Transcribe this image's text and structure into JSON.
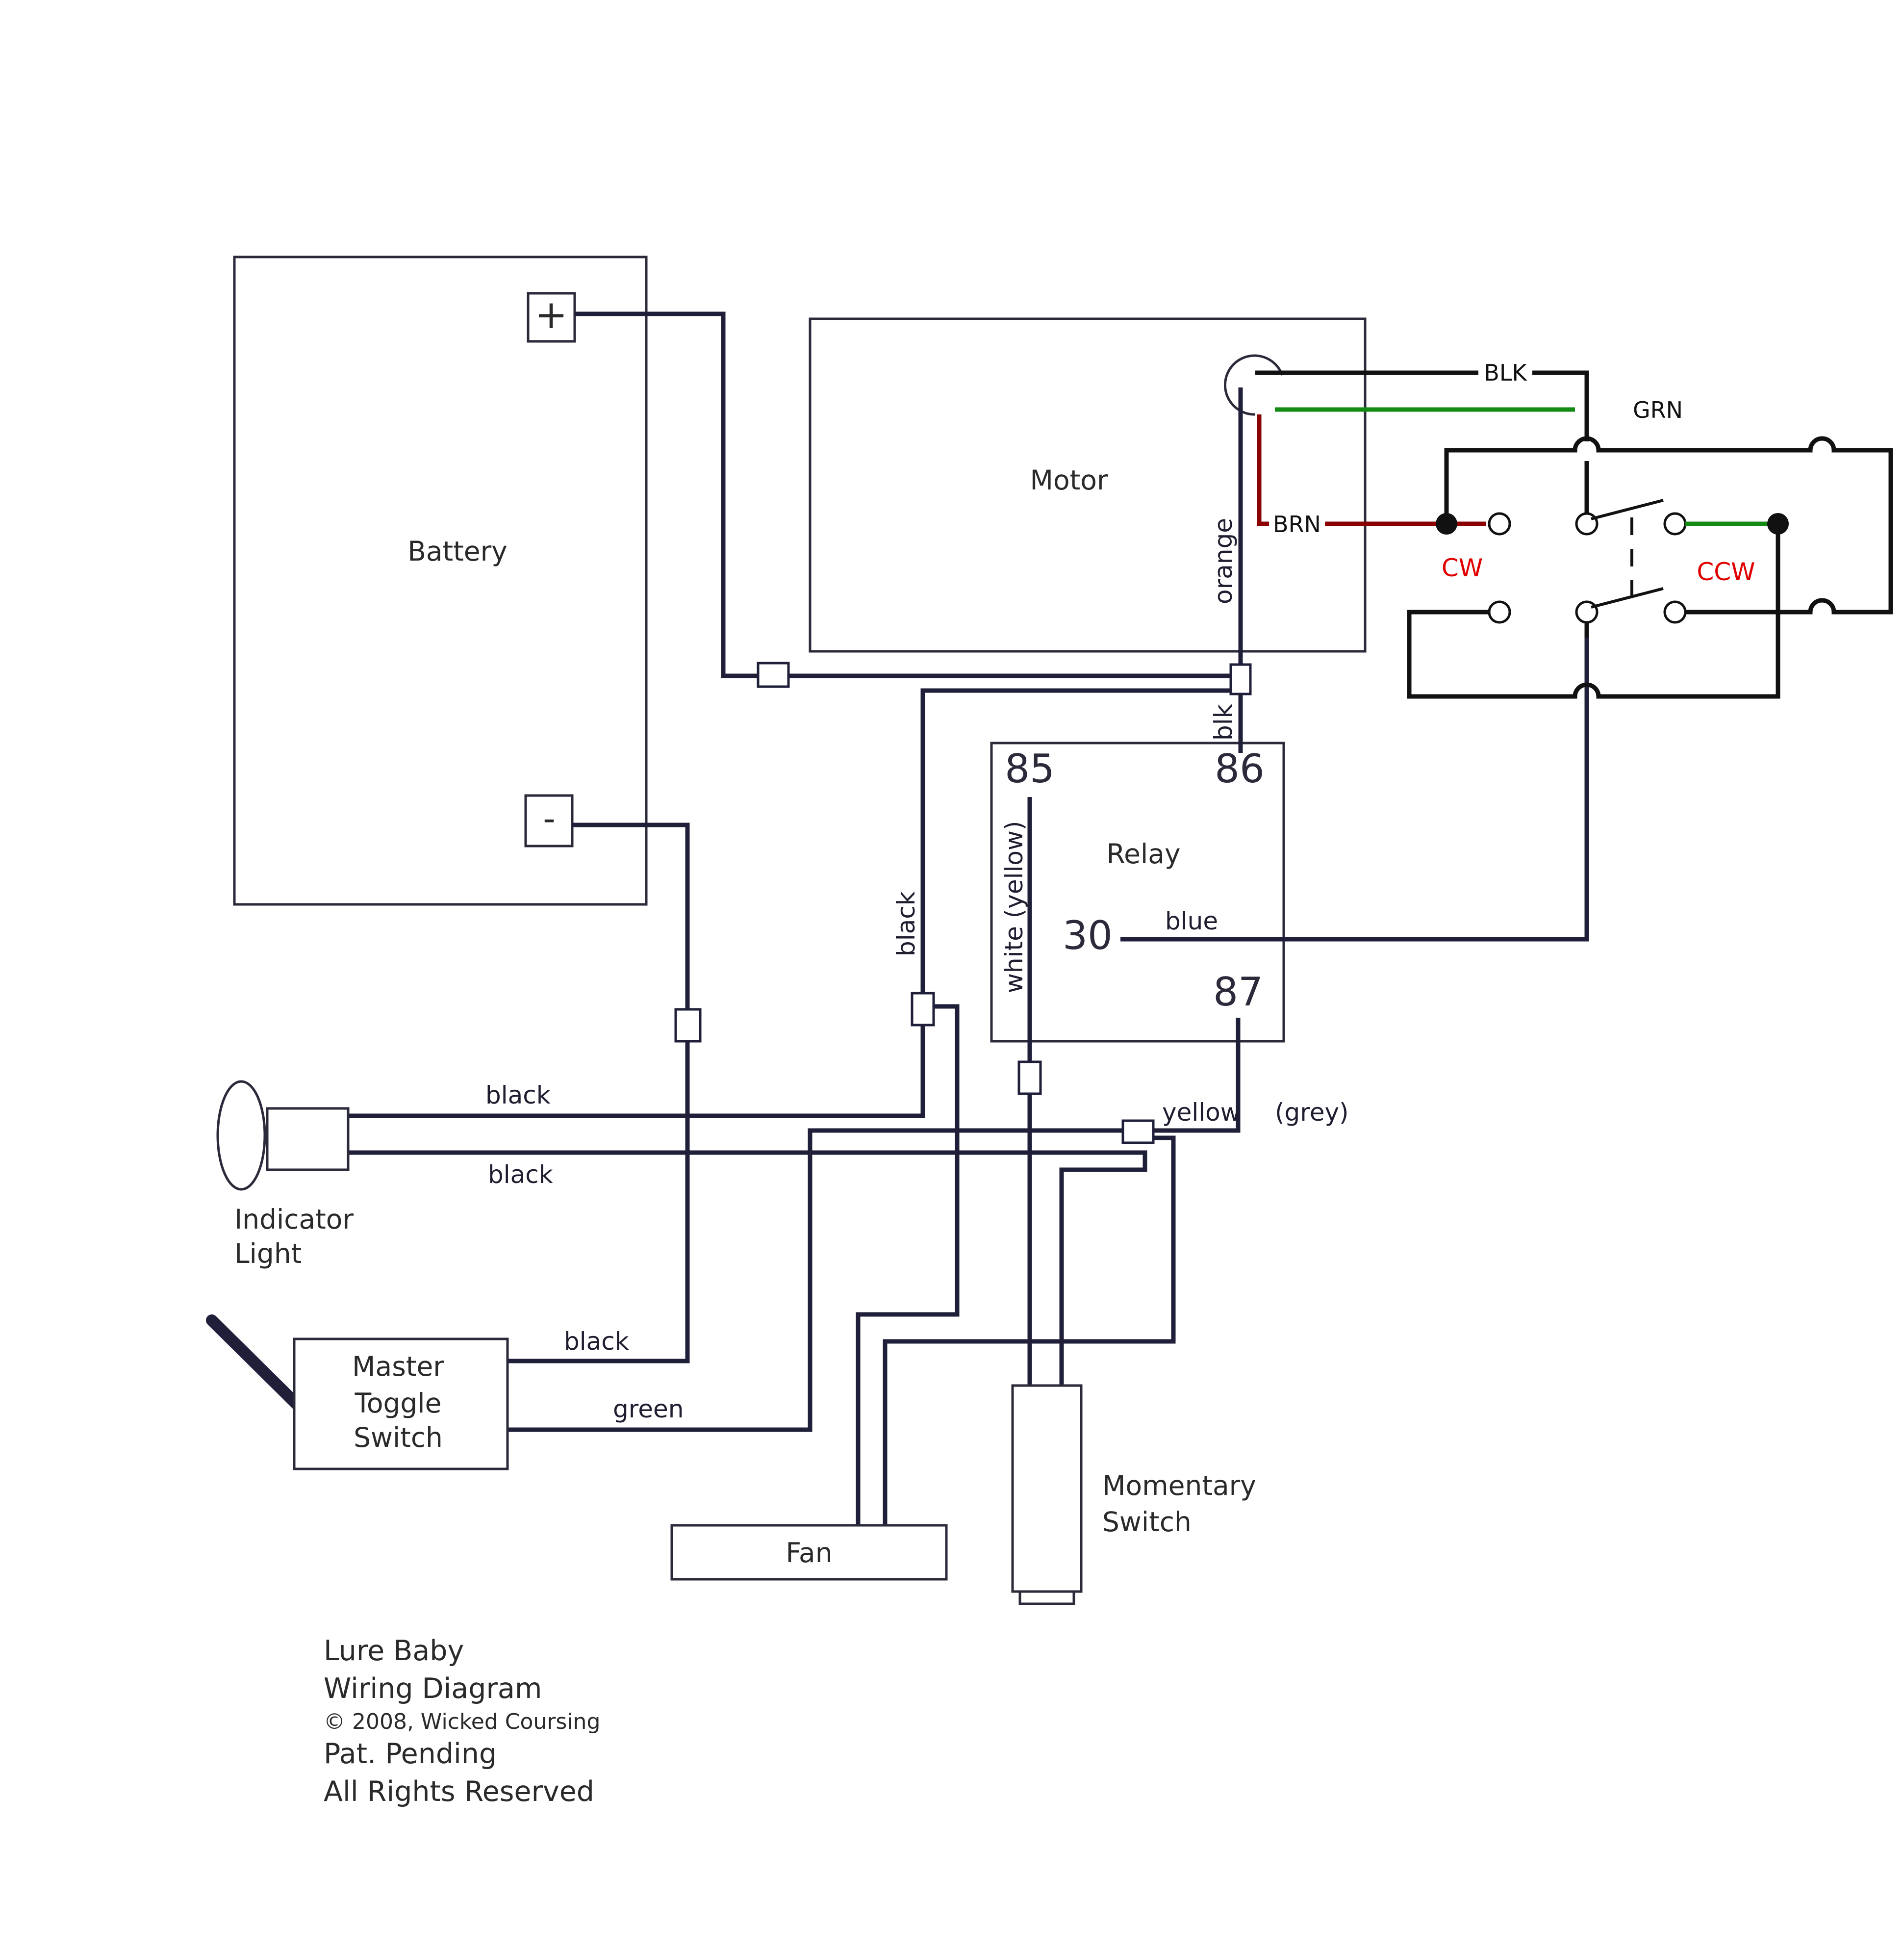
{
  "components": {
    "battery": {
      "label": "Battery",
      "pos_terminal": "+",
      "neg_terminal": "-"
    },
    "motor": {
      "label": "Motor"
    },
    "relay": {
      "label": "Relay",
      "pin_85": "85",
      "pin_86": "86",
      "pin_30": "30",
      "pin_87": "87"
    },
    "indicator_light": {
      "line1": "Indicator",
      "line2": "Light"
    },
    "master_toggle": {
      "line1": "Master",
      "line2": "Toggle",
      "line3": "Switch"
    },
    "fan": {
      "label": "Fan"
    },
    "momentary_switch": {
      "line1": "Momentary",
      "line2": "Switch"
    },
    "direction_switch": {
      "cw": "CW",
      "ccw": "CCW"
    }
  },
  "wire_labels": {
    "orange": "orange",
    "blk_short": "blk",
    "black_vertical": "black",
    "white_yellow": "white (yellow)",
    "blue": "blue",
    "black_upper": "black",
    "black_lower": "black",
    "black_toggle": "black",
    "green_toggle": "green",
    "yellow": "yellow",
    "grey": "(grey)",
    "BLK": "BLK",
    "GRN": "GRN",
    "BRN": "BRN"
  },
  "colors": {
    "wire_dark": "#1f1f3a",
    "wire_black": "#111111",
    "wire_green": "#138a13",
    "wire_brown": "#8b0000",
    "direction_label_red": "#e00000"
  },
  "credits": {
    "line1": "Lure Baby",
    "line2": "Wiring Diagram",
    "line3": "© 2008, Wicked Coursing",
    "line4": "Pat. Pending",
    "line5": "All Rights Reserved"
  }
}
